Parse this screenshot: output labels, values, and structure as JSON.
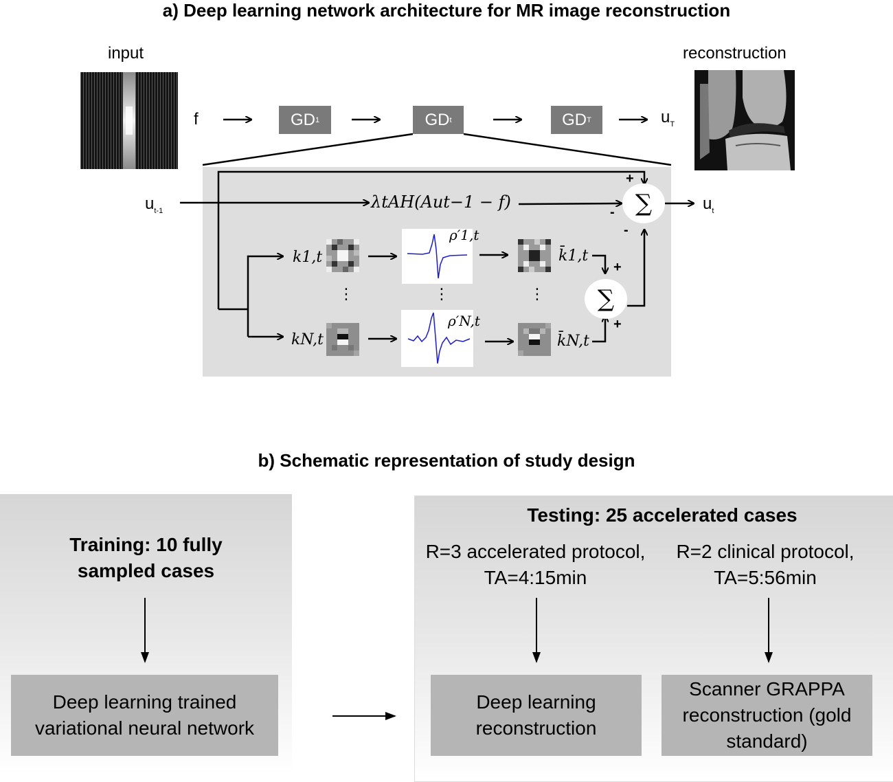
{
  "section_a": {
    "title": "a) Deep learning network architecture for MR image reconstruction",
    "input_label": "input",
    "reconstruction_label": "reconstruction",
    "f_label": "f",
    "gd_1": "GD",
    "gd_1_sub": "1",
    "gd_t": "GD",
    "gd_t_sub": "t",
    "gd_T": "GD",
    "gd_T_sub": "T",
    "u_T": "u",
    "u_T_sub": "T",
    "u_prev": "u",
    "u_prev_sub": "t-1",
    "u_t": "u",
    "u_t_sub": "t",
    "gradient_term": "λtAH(Aut−1 − f)",
    "sum_symbol": "∑",
    "plus": "+",
    "minus": "-",
    "k1": "k1,t",
    "kN": "kN,t",
    "rho1": "ρ′1,t",
    "rhoN": "ρ′N,t",
    "kbar1": "k̄1,t",
    "kbarN": "k̄N,t",
    "dots": "⋮"
  },
  "section_b": {
    "title": "b) Schematic representation of study design",
    "training_title": "Training: 10 fully sampled cases",
    "training_title_l1": "Training: 10 fully",
    "training_title_l2": "sampled cases",
    "training_box_l1": "Deep learning trained",
    "training_box_l2": "variational neural network",
    "testing_title": "Testing: 25 accelerated cases",
    "protocol_r3_l1": "R=3 accelerated protocol,",
    "protocol_r3_l2": "TA=4:15min",
    "protocol_r2_l1": "R=2 clinical protocol,",
    "protocol_r2_l2": "TA=5:56min",
    "dl_box_l1": "Deep learning",
    "dl_box_l2": "reconstruction",
    "grappa_box_l1": "Scanner GRAPPA",
    "grappa_box_l2": "reconstruction (gold",
    "grappa_box_l3": "standard)"
  },
  "colors": {
    "gd_box": "#7a7a7a",
    "inner_panel": "#dedede",
    "result_box": "#b5b5b5",
    "activation_curve": "#1a1adb"
  }
}
